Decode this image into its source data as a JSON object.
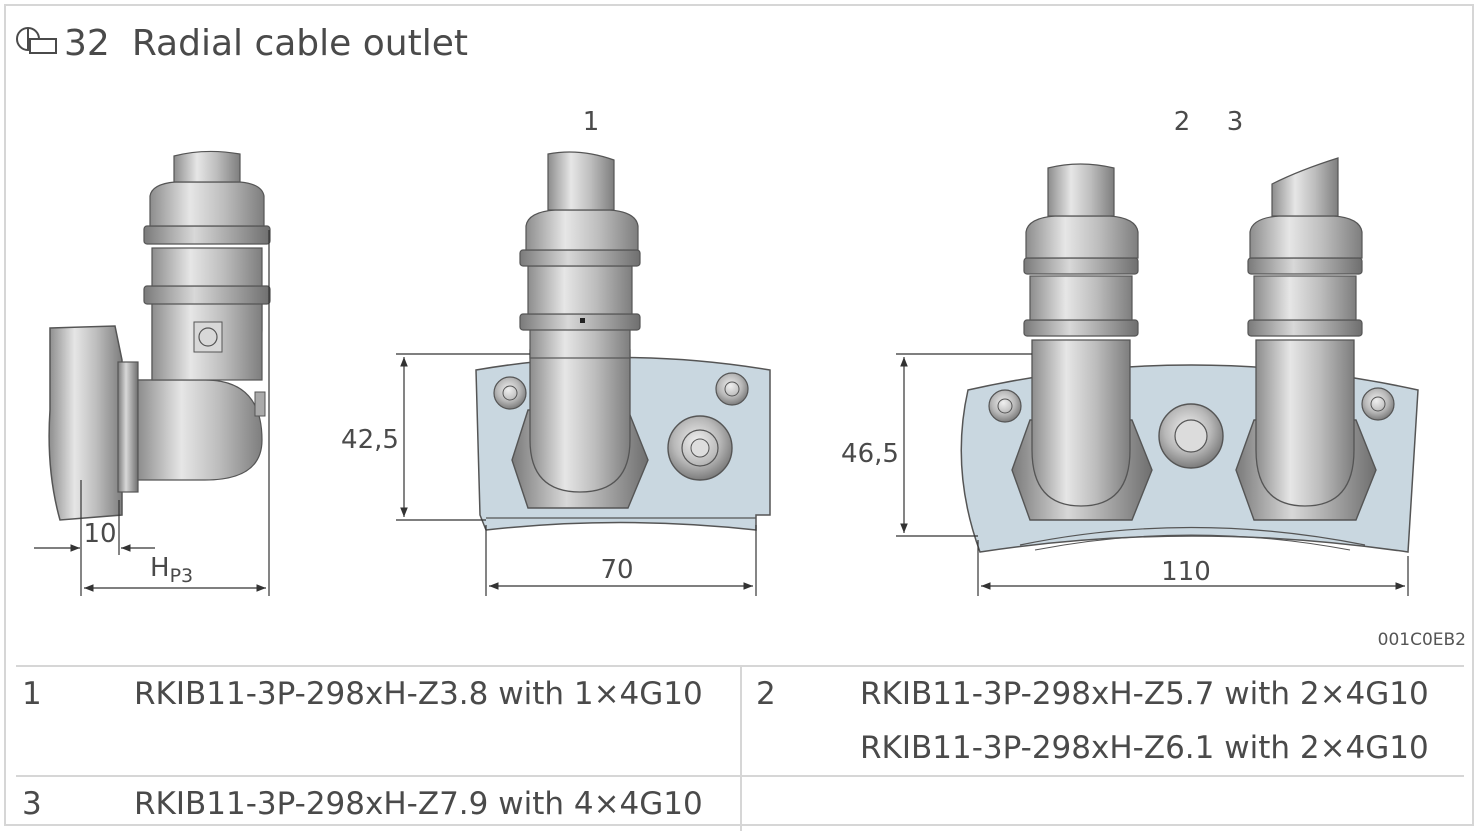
{
  "header": {
    "symbol": "book-box-icon",
    "number": "32",
    "title": "Radial cable outlet"
  },
  "drawing": {
    "callouts": [
      "1",
      "2",
      "3"
    ],
    "dimensions": {
      "side_offset": "10",
      "side_height": "H",
      "side_height_sub": "P3",
      "single_height": "42,5",
      "single_width": "70",
      "double_height": "46,5",
      "double_width": "110"
    },
    "colors": {
      "housing": "#c9d7e0",
      "metal": "#c4c4c4",
      "outline": "#555555",
      "frame": "#d6d6d6"
    }
  },
  "drawing_code": "001C0EB2",
  "legend": [
    {
      "num": "1",
      "lines": [
        "RKIB11-3P-298xH-Z3.8 with 1×4G10"
      ]
    },
    {
      "num": "2",
      "lines": [
        "RKIB11-3P-298xH-Z5.7 with 2×4G10",
        "RKIB11-3P-298xH-Z6.1 with 2×4G10"
      ]
    },
    {
      "num": "3",
      "lines": [
        "RKIB11-3P-298xH-Z7.9 with 4×4G10"
      ]
    }
  ]
}
